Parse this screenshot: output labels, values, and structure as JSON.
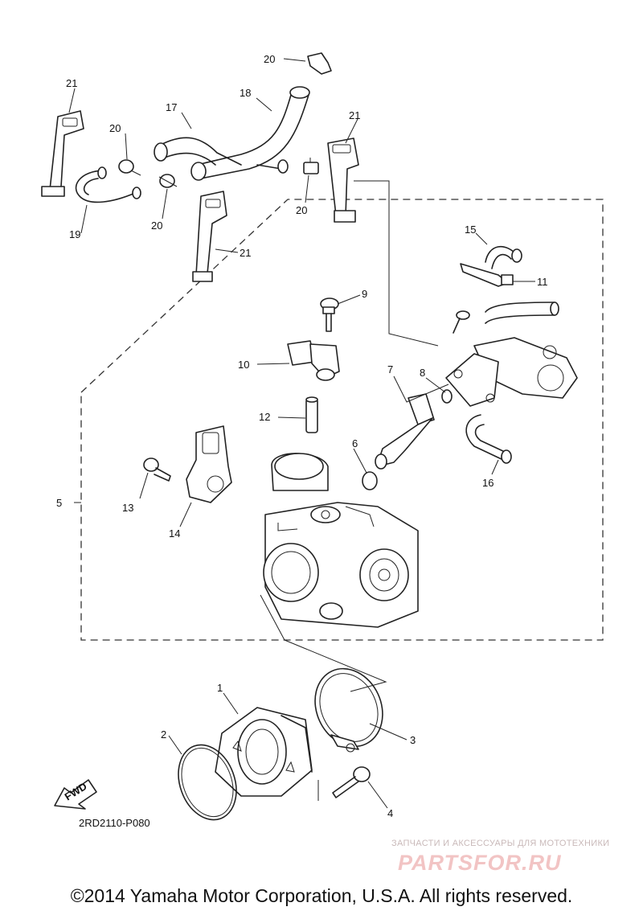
{
  "diagram": {
    "drawing_code": "2RD2110-P080",
    "fwd_label": "FWD",
    "callouts": {
      "c1": "1",
      "c2": "2",
      "c3": "3",
      "c4": "4",
      "c5": "5",
      "c6": "6",
      "c7": "7",
      "c8": "8",
      "c9": "9",
      "c10": "10",
      "c11": "11",
      "c12": "12",
      "c13": "13",
      "c14": "14",
      "c15": "15",
      "c16": "16",
      "c17": "17",
      "c18": "18",
      "c19": "19",
      "c20a": "20",
      "c20b": "20",
      "c20c": "20",
      "c20d": "20",
      "c21a": "21",
      "c21b": "21",
      "c21c": "21"
    }
  },
  "watermark": {
    "tagline": "ЗАПЧАСТИ И АКСЕССУАРЫ ДЛЯ МОТОТЕХНИКИ",
    "brand": "PARTSFOR.RU"
  },
  "footer": {
    "copyright": "©2014 Yamaha Motor Corporation, U.S.A. All rights reserved."
  }
}
